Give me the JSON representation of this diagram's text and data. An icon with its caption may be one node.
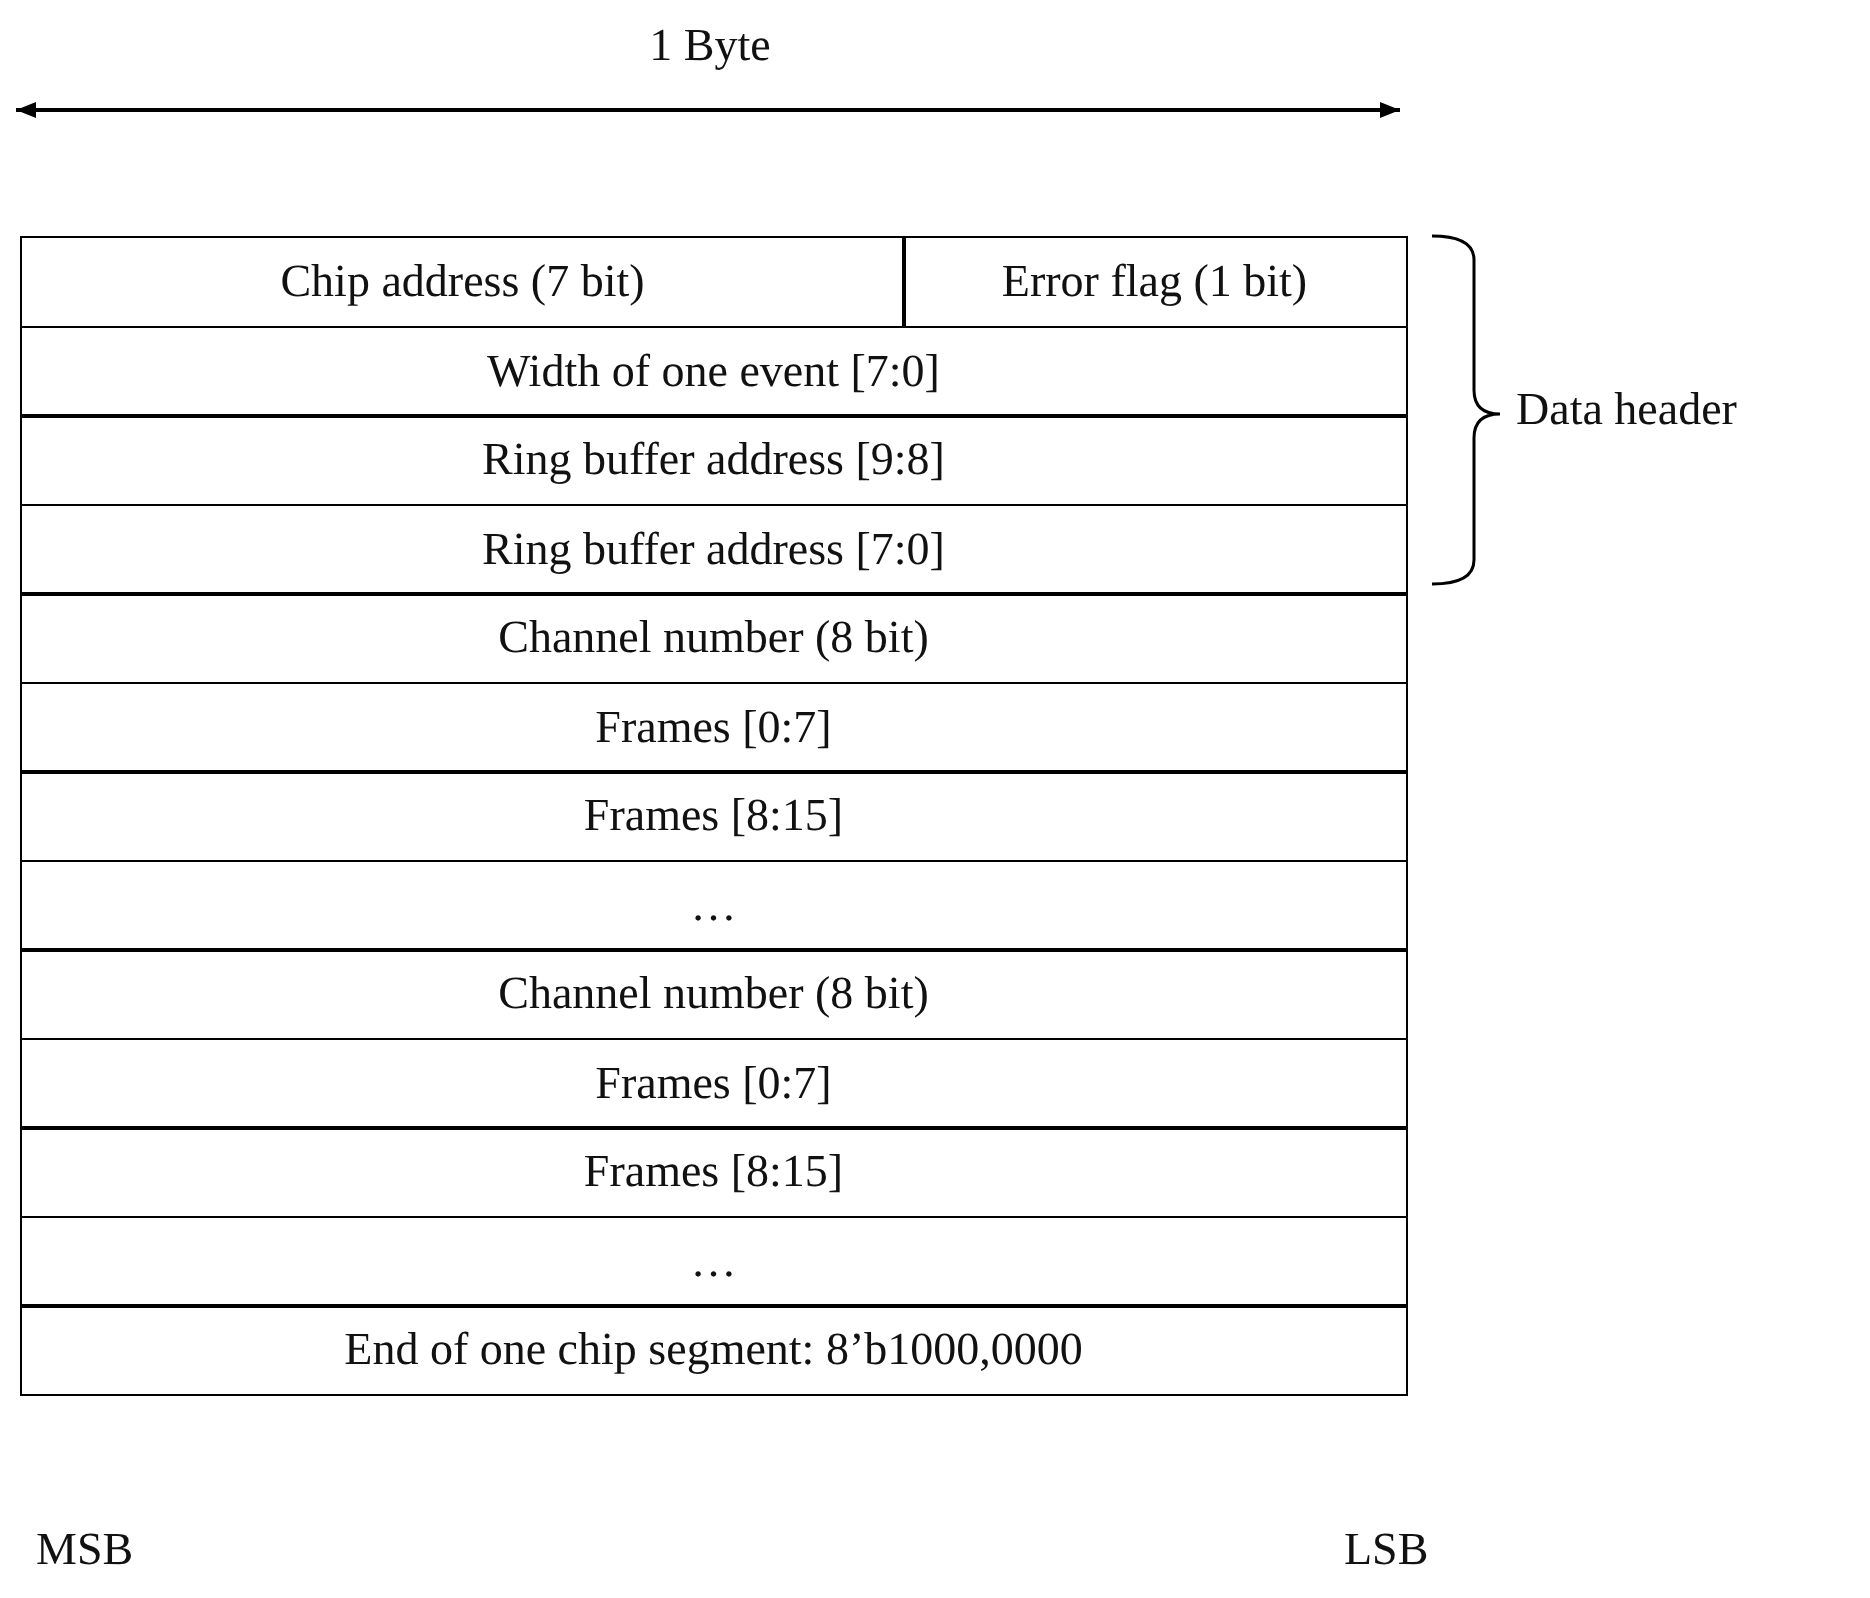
{
  "diagram": {
    "nodes": [
      {
        "text": [
          "Chip address (7 bit)"
        ]
      },
      {
        "text": [
          "Error flag (1 bit)"
        ]
      },
      {
        "text": [
          "Width of one event [7:0]"
        ]
      },
      {
        "text": [
          "Ring buffer address [9:8]"
        ]
      },
      {
        "text": [
          "Ring buffer address [7:0]"
        ]
      },
      {
        "text": [
          "Channel number (8 bit)"
        ]
      },
      {
        "text": [
          "Frames [0:7]"
        ]
      },
      {
        "text": [
          "Frames [8:15]"
        ]
      },
      {
        "text": [
          "…"
        ]
      },
      {
        "text": [
          "Channel number (8 bit)"
        ]
      },
      {
        "text": [
          "Frames [0:7]"
        ]
      },
      {
        "text": [
          "Frames [8:15]"
        ]
      },
      {
        "text": [
          "…"
        ]
      },
      {
        "text": [
          "End of one chip segment: 8’b1000,0000"
        ]
      }
    ],
    "labels": [
      "1 Byte",
      "Data header",
      "MSB",
      "LSB"
    ]
  }
}
